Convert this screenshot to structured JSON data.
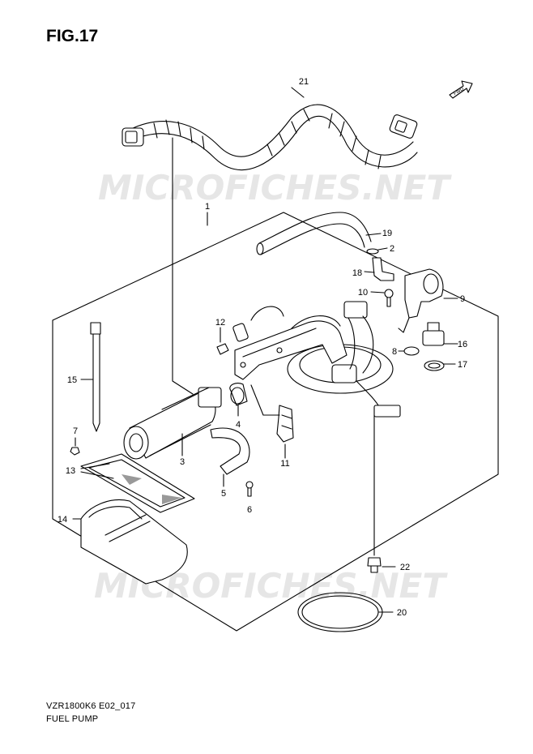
{
  "figure": {
    "title": "FIG.17",
    "model_code": "VZR1800K6 E02_017",
    "caption": "FUEL PUMP",
    "fwd_mark": "FWD"
  },
  "watermark": {
    "text": "MICROFICHES.NET",
    "color": "#e6e6e6"
  },
  "colors": {
    "line": "#000000",
    "background": "#ffffff"
  },
  "callouts": [
    {
      "id": "21",
      "label": "21"
    },
    {
      "id": "1",
      "label": "1"
    },
    {
      "id": "19",
      "label": "19"
    },
    {
      "id": "2",
      "label": "2"
    },
    {
      "id": "18",
      "label": "18"
    },
    {
      "id": "10",
      "label": "10"
    },
    {
      "id": "9",
      "label": "9"
    },
    {
      "id": "12",
      "label": "12"
    },
    {
      "id": "16",
      "label": "16"
    },
    {
      "id": "8",
      "label": "8"
    },
    {
      "id": "17",
      "label": "17"
    },
    {
      "id": "15",
      "label": "15"
    },
    {
      "id": "4",
      "label": "4"
    },
    {
      "id": "7",
      "label": "7"
    },
    {
      "id": "3",
      "label": "3"
    },
    {
      "id": "11",
      "label": "11"
    },
    {
      "id": "13",
      "label": "13"
    },
    {
      "id": "5",
      "label": "5"
    },
    {
      "id": "6",
      "label": "6"
    },
    {
      "id": "14",
      "label": "14"
    },
    {
      "id": "22",
      "label": "22"
    },
    {
      "id": "20",
      "label": "20"
    }
  ]
}
